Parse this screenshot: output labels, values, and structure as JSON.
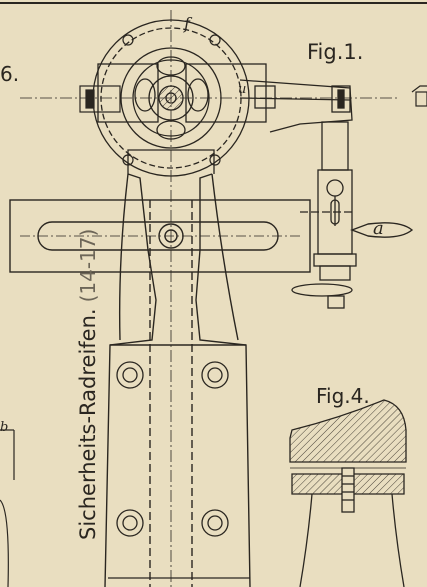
{
  "plate": {
    "fig1_label": "Fig.1.",
    "fig4_label": "Fig.4.",
    "fig6_fragment": "6.",
    "title_vertical": "Sicherheits-Radreifen.",
    "title_range": "(14-17)",
    "letters": {
      "a": "a",
      "b": "b",
      "f": "f",
      "u": "u"
    }
  },
  "colors": {
    "paper": "#e9dec0",
    "ink": "#2a2620",
    "hatch": "#4a443a"
  }
}
